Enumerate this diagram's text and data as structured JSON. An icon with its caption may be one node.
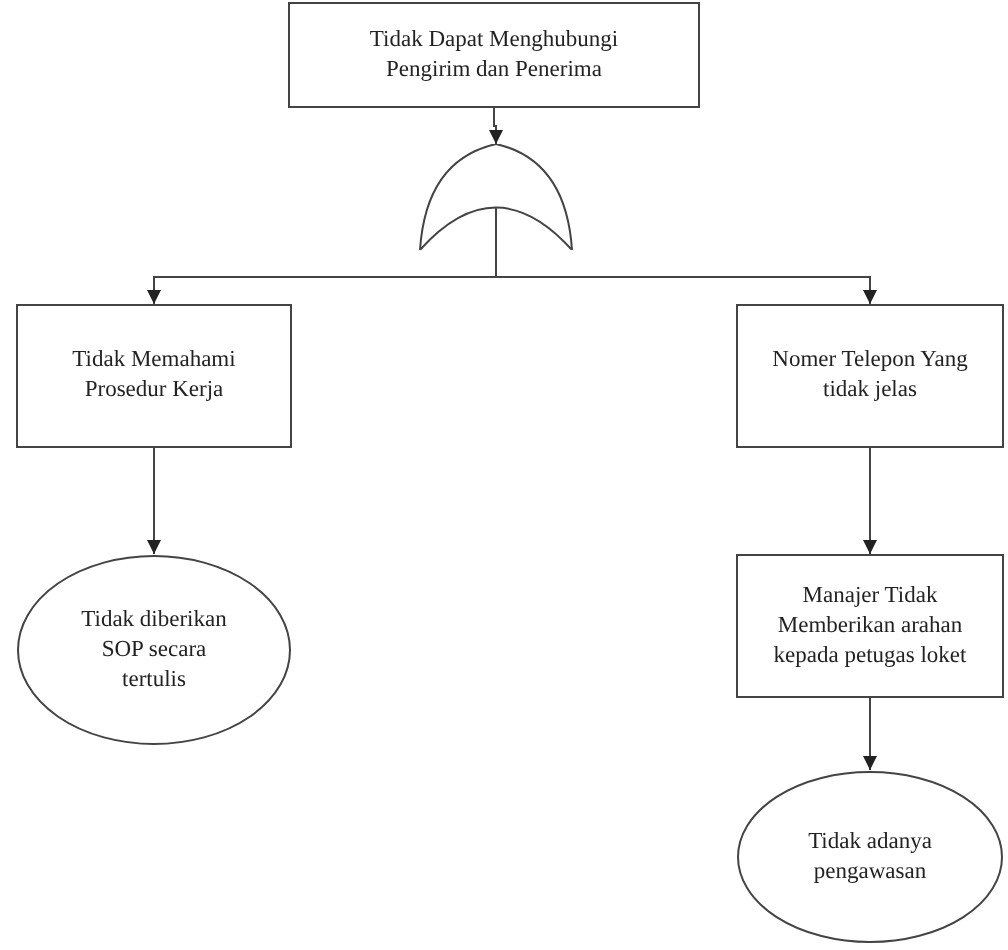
{
  "diagram": {
    "nodes": [
      {
        "text": [
          "Tidak Dapat Menghubungi Pengirim dan Penerima"
        ]
      },
      {
        "text": [],
        "shape": "gate"
      },
      {
        "text": [
          "Tidak Memahami Prosedur Kerja"
        ]
      },
      {
        "text": [
          "Nomer Telepon Yang tidak jelas"
        ]
      },
      {
        "text": [
          "Tidak diberikan SOP secara tertulis"
        ]
      },
      {
        "text": [
          "Manajer Tidak Memberikan arahan kepada petugas loket"
        ]
      },
      {
        "text": [
          "Tidak adanya pengawasan"
        ]
      }
    ],
    "edges": [
      {
        "from": 0,
        "to": 1,
        "arrow": "to"
      },
      {
        "from": 1,
        "to": 2,
        "arrow": "to"
      },
      {
        "from": 1,
        "to": 3,
        "arrow": "to"
      },
      {
        "from": 2,
        "to": 4,
        "arrow": "to"
      },
      {
        "from": 3,
        "to": 5,
        "arrow": "to"
      },
      {
        "from": 5,
        "to": 6,
        "arrow": "to"
      }
    ]
  }
}
